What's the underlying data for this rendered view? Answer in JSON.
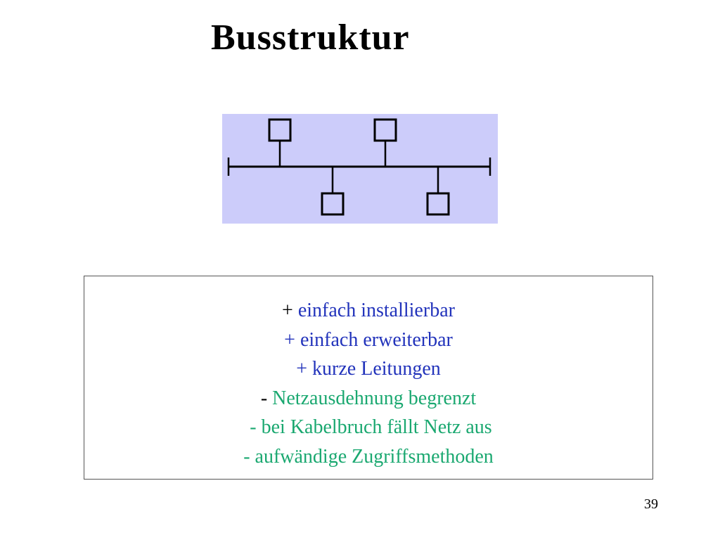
{
  "title": "Busstruktur",
  "diagram": {
    "background_color": "#ccccfa",
    "line_color": "#000000",
    "node_count": 4,
    "nodes_above_bus": 2,
    "nodes_below_bus": 2
  },
  "info_box": {
    "items": [
      {
        "prefix": "+ ",
        "text": "einfach installierbar",
        "prefix_color": "#000000",
        "text_color": "#2233bb"
      },
      {
        "prefix": "+ ",
        "text": "einfach erweiterbar",
        "prefix_color": "#2233bb",
        "text_color": "#2233bb"
      },
      {
        "prefix": "+ ",
        "text": "kurze Leitungen",
        "prefix_color": "#2233bb",
        "text_color": "#2233bb"
      },
      {
        "prefix": "- ",
        "text": "Netzausdehnung begrenzt",
        "prefix_color": "#000000",
        "text_color": "#1aa870"
      },
      {
        "prefix": " - ",
        "text": "bei Kabelbruch fällt Netz aus",
        "prefix_color": "#1aa870",
        "text_color": "#1aa870"
      },
      {
        "prefix": "- ",
        "text": "aufwändige Zugriffsmethoden",
        "prefix_color": "#1aa870",
        "text_color": "#1aa870"
      }
    ]
  },
  "page_number": "39"
}
